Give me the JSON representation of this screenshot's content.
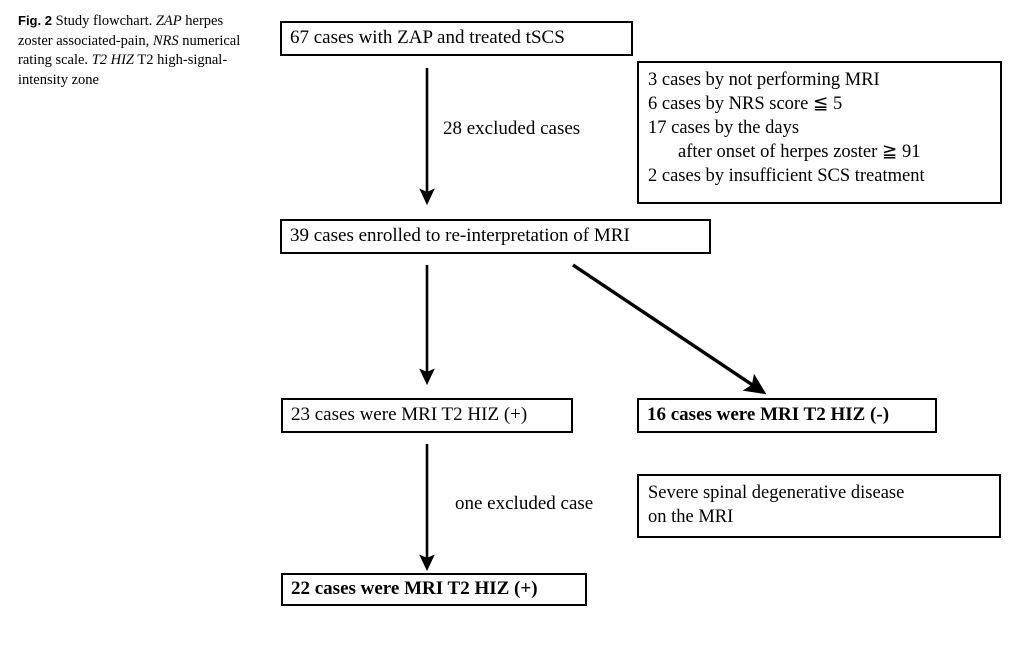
{
  "caption": {
    "fig_number": "Fig. 2",
    "text_1": "Study flowchart. ",
    "abbr_1": "ZAP",
    "text_2": " herpes zoster associated-pain, ",
    "abbr_2": "NRS",
    "text_3": " numerical rating scale. ",
    "abbr_3": "T2 HIZ",
    "text_4": " T2 high-signal-intensity zone"
  },
  "flowchart": {
    "nodes": {
      "start": "67 cases with ZAP and treated tSCS",
      "enrolled": "39 cases enrolled to re-interpretation of MRI",
      "hiz_positive": "23 cases were MRI T2 HIZ (+)",
      "hiz_negative": "16 cases were MRI T2 HIZ (-)",
      "final": "22 cases were MRI T2 HIZ (+)"
    },
    "exclusion_box": {
      "lines": [
        "3 cases by not performing MRI",
        "6 cases by NRS score ≦ 5",
        "17 cases by the days",
        "after onset of herpes zoster ≧ 91",
        "2 cases by insufficient SCS treatment"
      ]
    },
    "reason_box": {
      "line_1": "Severe spinal degenerative disease",
      "line_2": "on the MRI"
    },
    "edge_labels": {
      "excluded_28": "28 excluded cases",
      "excluded_one": "one excluded case"
    }
  },
  "colors": {
    "stroke": "#000000",
    "background": "#ffffff"
  }
}
